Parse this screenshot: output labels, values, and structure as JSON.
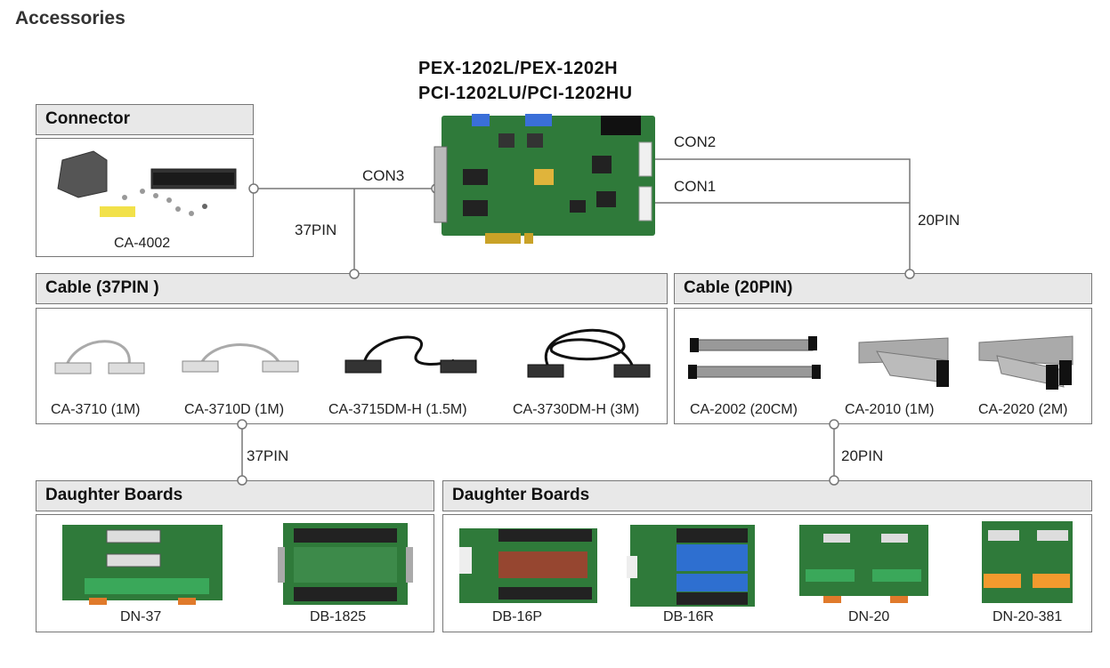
{
  "page_title": "Accessories",
  "card": {
    "line1": "PEX-1202L/PEX-1202H",
    "line2": "PCI-1202LU/PCI-1202HU"
  },
  "sections": {
    "connector": "Connector",
    "cable37": "Cable (37PIN )",
    "cable20": "Cable (20PIN)",
    "daughter_left": "Daughter Boards",
    "daughter_right": "Daughter Boards"
  },
  "connector_labels": {
    "con3": "CON3",
    "con2": "CON2",
    "con1": "CON1",
    "pin37_top": "37PIN",
    "pin20_top": "20PIN",
    "pin37_bottom": "37PIN",
    "pin20_bottom": "20PIN"
  },
  "items": {
    "connector": [
      "CA-4002"
    ],
    "cable37": [
      "CA-3710 (1M)",
      "CA-3710D (1M)",
      "CA-3715DM-H (1.5M)",
      "CA-3730DM-H (3M)"
    ],
    "cable20": [
      "CA-2002 (20CM)",
      "CA-2010 (1M)",
      "CA-2020 (2M)"
    ],
    "daughter_left": [
      "DN-37",
      "DB-1825"
    ],
    "daughter_right": [
      "DB-16P",
      "DB-16R",
      "DN-20",
      "DN-20-381"
    ]
  },
  "colors": {
    "pcb_green": "#2f7a3a",
    "header_bg": "#e8e8e8",
    "border": "#777777",
    "line": "#777777"
  }
}
